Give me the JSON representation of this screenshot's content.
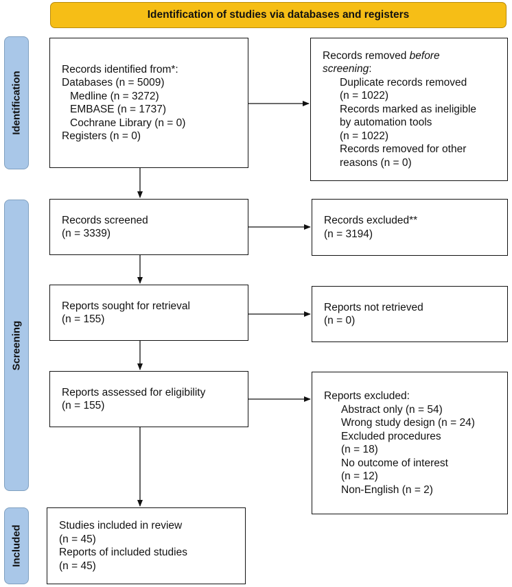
{
  "header": {
    "title": "Identification of studies via databases and registers"
  },
  "sides": {
    "identification": "Identification",
    "screening": "Screening",
    "included": "Included"
  },
  "boxes": {
    "records_identified": {
      "line1": "Records identified from*:",
      "line2": "Databases (n = 5009)",
      "line3": "Medline (n = 3272)",
      "line4": "EMBASE (n = 1737)",
      "line5": "Cochrane Library (n = 0)",
      "line6": "Registers (n = 0)"
    },
    "records_removed": {
      "line1a": "Records removed ",
      "line1b": "before",
      "line2": "screening",
      "line2b": ":",
      "line3": "Duplicate records removed",
      "line4": "(n = 1022)",
      "line5": "Records marked as ineligible",
      "line6": "by automation tools",
      "line7": "(n = 1022)",
      "line8": "Records removed for other",
      "line9": "reasons (n = 0)"
    },
    "records_screened": {
      "line1": "Records screened",
      "line2": "(n = 3339)"
    },
    "records_excluded": {
      "line1": "Records excluded**",
      "line2": "(n = 3194)"
    },
    "reports_sought": {
      "line1": "Reports sought for retrieval",
      "line2": "(n = 155)"
    },
    "reports_not_retrieved": {
      "line1": "Reports not retrieved",
      "line2": "(n = 0)"
    },
    "reports_assessed": {
      "line1": "Reports assessed for eligibility",
      "line2": "(n = 155)"
    },
    "reports_excluded": {
      "line1": "Reports excluded:",
      "line2": "Abstract only (n = 54)",
      "line3": "Wrong study design (n = 24)",
      "line4": "Excluded procedures",
      "line5": "(n = 18)",
      "line6": "No outcome of interest",
      "line7": "(n = 12)",
      "line8": "Non-English (n = 2)"
    },
    "studies_included": {
      "line1": "Studies included in review",
      "line2": "(n = 45)",
      "line3": "Reports of included studies",
      "line4": "(n = 45)"
    }
  }
}
